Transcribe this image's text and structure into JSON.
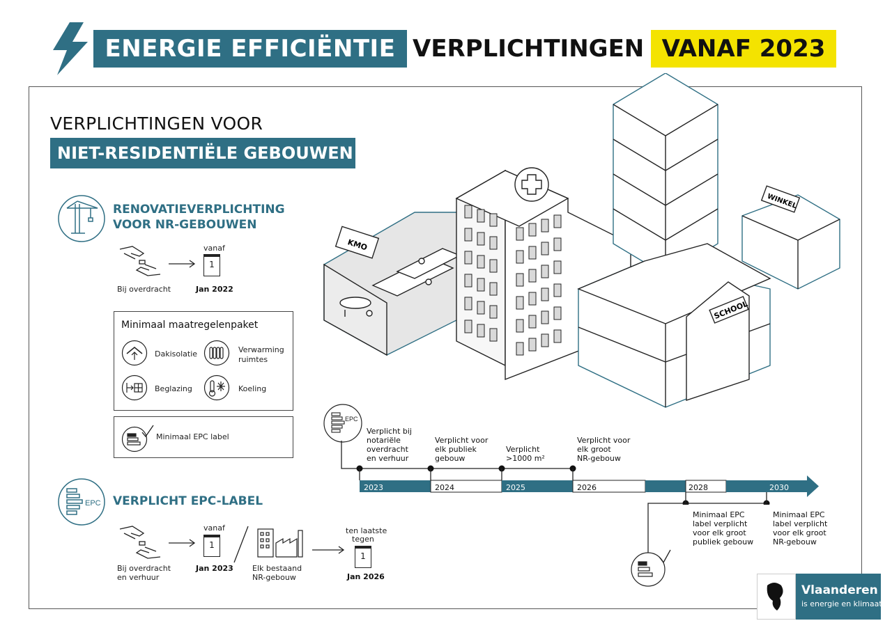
{
  "header": {
    "title_part1": "ENERGIE EFFICIËNTIE",
    "title_part2": "VERPLICHTINGEN",
    "title_part3": "VANAF 2023"
  },
  "section_intro": {
    "line1": "VERPLICHTINGEN VOOR",
    "line2": "NIET-RESIDENTIËLE GEBOUWEN"
  },
  "renovation": {
    "title_line1": "RENOVATIEVERPLICHTING",
    "title_line2": "VOOR NR-GEBOUWEN",
    "trigger_label": "Bij overdracht",
    "from_label": "vanaf",
    "calendar_day": "1",
    "date_label": "Jan 2022",
    "package_title": "Minimaal maatregelenpaket",
    "measures": {
      "roof": "Dakisolatie",
      "heating_line1": "Verwarming",
      "heating_line2": "ruimtes",
      "glazing": "Beglazing",
      "cooling": "Koeling"
    },
    "epc_min_label": "Minimaal EPC label"
  },
  "epc": {
    "title": "VERPLICHT EPC-LABEL",
    "icon_text": "EPC",
    "trigger_line1": "Bij overdracht",
    "trigger_line2": "en verhuur",
    "from_label": "vanaf",
    "calendar_day": "1",
    "date_label": "Jan 2023",
    "building_line1": "Elk bestaand",
    "building_line2": "NR-gebouw",
    "deadline_line1": "ten laatste",
    "deadline_line2": "tegen",
    "deadline_day": "1",
    "deadline_date": "Jan 2026"
  },
  "buildings": {
    "kmo": "KMO",
    "school": "SCHOOL",
    "winkel": "WINKEL"
  },
  "timeline": {
    "epc_icon": "EPC",
    "years": [
      "2023",
      "2024",
      "2025",
      "2026",
      "2028",
      "2030"
    ],
    "above": [
      {
        "l1": "Verplicht bij",
        "l2": "notariële",
        "l3": "overdracht",
        "l4": "en verhuur"
      },
      {
        "l1": "Verplicht voor",
        "l2": "elk publiek",
        "l3": "gebouw",
        "l4": ""
      },
      {
        "l1": "Verplicht",
        "l2": ">1000 m²",
        "l3": "",
        "l4": ""
      },
      {
        "l1": "Verplicht voor",
        "l2": "elk groot",
        "l3": "NR-gebouw",
        "l4": ""
      }
    ],
    "below": [
      {
        "l1": "Minimaal EPC",
        "l2": "label verplicht",
        "l3": "voor elk groot",
        "l4": "publiek gebouw"
      },
      {
        "l1": "Minimaal EPC",
        "l2": "label verplicht",
        "l3": "voor elk groot",
        "l4": "NR-gebouw"
      }
    ]
  },
  "logo": {
    "name": "Vlaanderen",
    "tagline": "is energie en klimaat"
  },
  "colors": {
    "teal": "#2f6f84",
    "yellow": "#f4e300"
  }
}
